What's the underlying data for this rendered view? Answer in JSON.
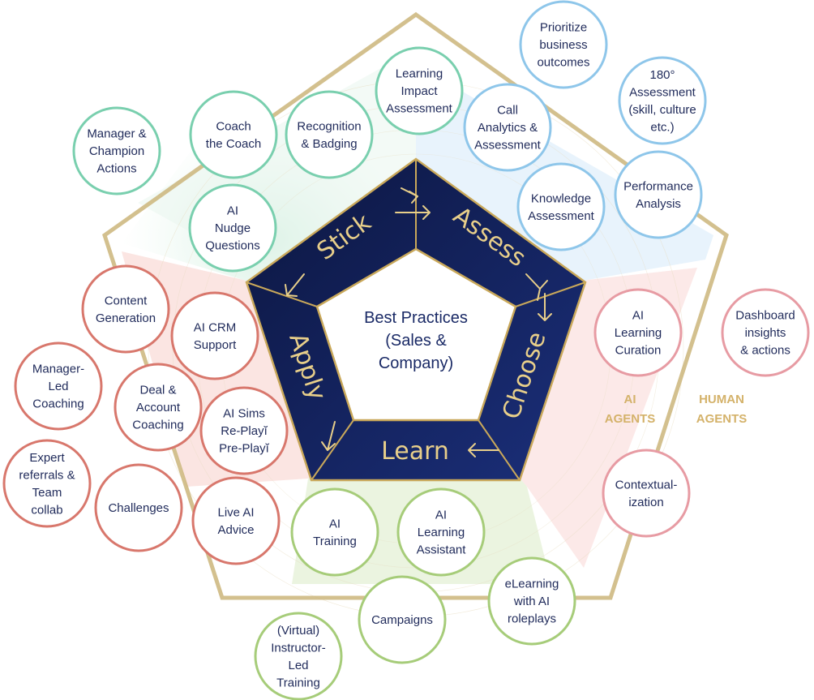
{
  "center": {
    "lines": [
      "Best Practices",
      "(Sales &",
      "Company)"
    ]
  },
  "stages": [
    "Stick",
    "Assess",
    "Choose",
    "Learn",
    "Apply"
  ],
  "agent_labels": {
    "ai": [
      "AI",
      "AGENTS"
    ],
    "human": [
      "HUMAN",
      "AGENTS"
    ]
  },
  "colors": {
    "green": "#79cfae",
    "blue": "#8ec6ea",
    "pink": "#e79ba3",
    "coral": "#d8776c",
    "lime": "#a6cc79",
    "navy": "#0f1b4d",
    "gold": "#cbb57a"
  },
  "bubbles": [
    {
      "group": "green",
      "lines": [
        "Manager &",
        "Champion",
        "Actions"
      ]
    },
    {
      "group": "green",
      "lines": [
        "Coach",
        "the Coach"
      ]
    },
    {
      "group": "green",
      "lines": [
        "Recognition",
        "& Badging"
      ]
    },
    {
      "group": "green",
      "lines": [
        "Learning",
        "Impact",
        "Assessment"
      ]
    },
    {
      "group": "green",
      "lines": [
        "AI",
        "Nudge",
        "Questions"
      ]
    },
    {
      "group": "blue",
      "lines": [
        "Prioritize",
        "business",
        "outcomes"
      ]
    },
    {
      "group": "blue",
      "lines": [
        "180°",
        "Assessment",
        "(skill, culture",
        "etc.)"
      ]
    },
    {
      "group": "blue",
      "lines": [
        "Call",
        "Analytics &",
        "Assessment"
      ]
    },
    {
      "group": "blue",
      "lines": [
        "Knowledge",
        "Assessment"
      ]
    },
    {
      "group": "blue",
      "lines": [
        "Performance",
        "Analysis"
      ]
    },
    {
      "group": "pink",
      "lines": [
        "AI",
        "Learning",
        "Curation"
      ]
    },
    {
      "group": "pink",
      "lines": [
        "Dashboard",
        "insights",
        "& actions"
      ]
    },
    {
      "group": "pink",
      "lines": [
        "Contextual-",
        "ization"
      ]
    },
    {
      "group": "coral",
      "lines": [
        "Content",
        "Generation"
      ]
    },
    {
      "group": "coral",
      "lines": [
        "AI CRM",
        "Support"
      ]
    },
    {
      "group": "coral",
      "lines": [
        "Manager-",
        "Led",
        "Coaching"
      ]
    },
    {
      "group": "coral",
      "lines": [
        "Deal &",
        "Account",
        "Coaching"
      ]
    },
    {
      "group": "coral",
      "lines": [
        "AI Sims",
        "Re-Playĭ",
        "Pre-Playĭ"
      ]
    },
    {
      "group": "coral",
      "lines": [
        "Expert",
        "referrals &",
        "Team",
        "collab"
      ]
    },
    {
      "group": "coral",
      "lines": [
        "Challenges"
      ]
    },
    {
      "group": "coral",
      "lines": [
        "Live AI",
        "Advice"
      ]
    },
    {
      "group": "lime",
      "lines": [
        "AI",
        "Training"
      ]
    },
    {
      "group": "lime",
      "lines": [
        "AI",
        "Learning",
        "Assistant"
      ]
    },
    {
      "group": "lime",
      "lines": [
        "eLearning",
        "with AI",
        "roleplays"
      ]
    },
    {
      "group": "lime",
      "lines": [
        "Campaigns"
      ]
    },
    {
      "group": "lime",
      "lines": [
        "(Virtual)",
        "Instructor-",
        "Led",
        "Training"
      ]
    }
  ]
}
